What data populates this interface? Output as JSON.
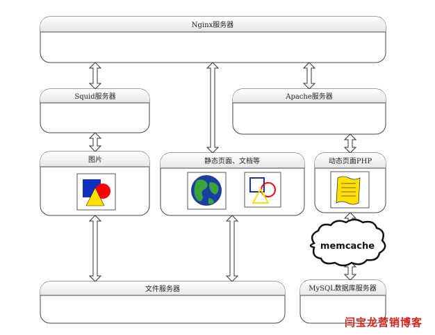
{
  "nodes": {
    "nginx": "Nginx服务器",
    "squid": "Squid服务器",
    "apache": "Apache服务器",
    "images": "图片",
    "static": "静态页面、文档等",
    "dynamic": "动态页面PHP",
    "memcache": "memcache",
    "file_server": "文件服务器",
    "mysql": "MySQL数据库服务器"
  },
  "icons": {
    "shapes": "shapes-icon",
    "globe": "globe-icon",
    "document": "document-icon"
  },
  "colors": {
    "box_stroke": "#444444",
    "header_fill": "#f0f0f0",
    "red": "#ff0000",
    "blue": "#1030c0",
    "yellow": "#ffe000",
    "globe_blue": "#1a3fa0",
    "globe_green": "#3aa33a"
  },
  "watermark": "闫宝龙营销博客"
}
